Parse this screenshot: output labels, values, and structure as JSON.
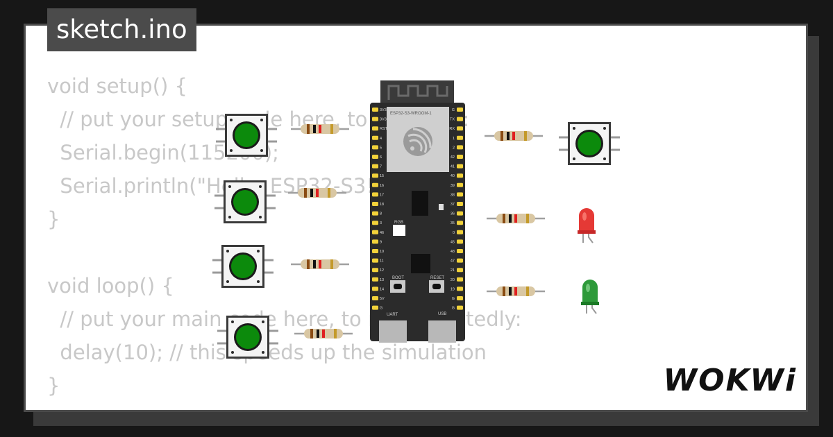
{
  "tab_title": "sketch.ino",
  "code_lines": [
    "void setup() {",
    "  // put your setup code here, to run once:",
    "  Serial.begin(115200);",
    "  Serial.println(\"Hello, ESP32-S3!\");",
    "}",
    "",
    "void loop() {",
    "  // put your main code here, to run repeatedly:",
    "  delay(10); // this speeds up the simulation",
    "}"
  ],
  "board": {
    "module_label": "ESP32-S3-WROOM-1",
    "rgb_label": "RGB",
    "boot_label": "BOOT",
    "reset_label": "RESET",
    "uart_label": "UART",
    "usb_label": "USB",
    "left_pins": [
      "3V3",
      "3V3",
      "RST",
      "4",
      "5",
      "6",
      "7",
      "15",
      "16",
      "17",
      "18",
      "8",
      "3",
      "46",
      "9",
      "10",
      "11",
      "12",
      "13",
      "14",
      "5V",
      "G"
    ],
    "right_pins": [
      "G",
      "TX",
      "RX",
      "1",
      "2",
      "42",
      "41",
      "40",
      "39",
      "38",
      "37",
      "36",
      "35",
      "0",
      "45",
      "48",
      "47",
      "21",
      "20",
      "19",
      "G",
      "G"
    ]
  },
  "logo_text": "WOKWi",
  "colors": {
    "button_cap": "#0c8a0c",
    "led_red": "#e53935",
    "led_green": "#2e9a3a",
    "board": "#2b2b2b",
    "pin_header": "#f2d23a",
    "code_text": "#c8c8c8"
  }
}
